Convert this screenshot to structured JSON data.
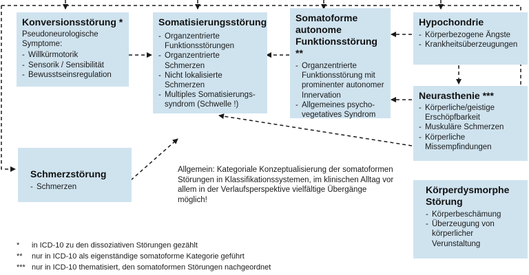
{
  "boxes": {
    "konversion": {
      "title": "Konversionsstörung",
      "mark": "*",
      "intro": "Pseudoneurologische Symptome:",
      "items": [
        "Willkürmotorik",
        "Sensorik / Sensibilität",
        "Bewusstseinsregulation"
      ]
    },
    "somatisierung": {
      "title": "Somatisierungsstörung",
      "items": [
        "Organzentrierte Funktionsstörungen",
        "Organzentrierte Schmerzen",
        "Nicht lokalisierte Schmerzen",
        "Multiples Somatisierungs-syndrom (Schwelle !)"
      ]
    },
    "autonom": {
      "title": "Somatoforme autonome Funktionsstörung",
      "mark": "**",
      "items": [
        "Organzentrierte Funktionsstörung mit prominenter autonomer Innervation",
        "Allgemeines psycho-vegetatives Syndrom"
      ]
    },
    "hypochondrie": {
      "title": "Hypochondrie",
      "items": [
        "Körperbezogene Ängste",
        "Krankheitsüberzeugungen"
      ]
    },
    "neurasthenie": {
      "title": "Neurasthenie",
      "mark": "***",
      "items": [
        "Körperliche/geistige Erschöpfbarkeit",
        "Muskuläre Schmerzen",
        "Körperliche Missempfindungen"
      ]
    },
    "schmerz": {
      "title": "Schmerzstörung",
      "items": [
        "Schmerzen"
      ]
    },
    "dysmorph": {
      "title": "Körperdysmorphe Störung",
      "items": [
        "Körperbeschämung",
        "Überzeugung von körperlicher Verunstaltung"
      ]
    }
  },
  "note": "Allgemein: Kategoriale Konzeptualisierung der somatoformen Störungen in Klassifikationssystemen, im klinischen Alltag vor allem in der Verlaufsperspektive vielfältige Übergänge möglich!",
  "footnotes": [
    {
      "symbol": "*",
      "text": "in ICD-10 zu den dissoziativen Störungen gezählt"
    },
    {
      "symbol": "**",
      "text": "nur in ICD-10 als eigenständige somatoforme Kategorie geführt"
    },
    {
      "symbol": "***",
      "text": "nur in ICD-10 thematisiert, den somatoformen Störungen nachgeordnet"
    }
  ],
  "colors": {
    "box_fill": "#cfe3ef",
    "line": "#1a1a1a"
  }
}
